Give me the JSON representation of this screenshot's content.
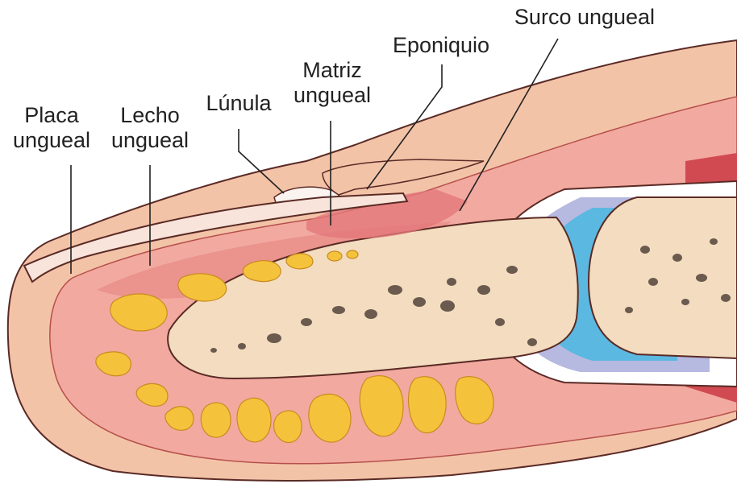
{
  "labels": {
    "placa": [
      "Placa",
      "ungueal"
    ],
    "lecho": [
      "Lecho",
      "ungueal"
    ],
    "lunula": "Lúnula",
    "matriz": [
      "Matriz",
      "ungueal"
    ],
    "eponiquio": "Eponiquio",
    "surco": "Surco ungueal"
  },
  "colors": {
    "skin_outer": "#f3c3a8",
    "skin_dark": "#e8998a",
    "dermis": "#f2a9a0",
    "nail_plate": "#f8e4da",
    "bone": "#f3dcbf",
    "bone_spots": "#6b5a4e",
    "fat": "#f5c33b",
    "joint_fluid": "#5bb8e0",
    "cartilage": "#b6b9e0",
    "muscle": "#d14a52",
    "outline": "#5a2a25"
  }
}
